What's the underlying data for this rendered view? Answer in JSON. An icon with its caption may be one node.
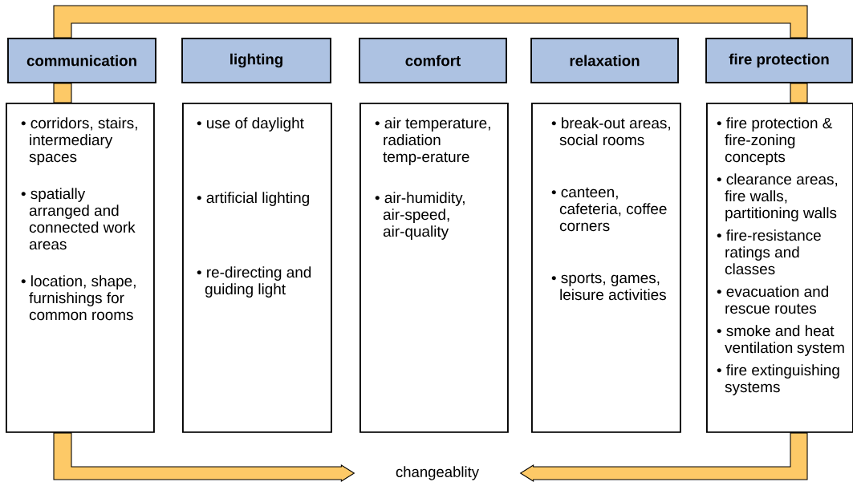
{
  "diagram": {
    "nodes": [
      {
        "text": [
          "communication"
        ]
      },
      {
        "text": [
          "lighting"
        ]
      },
      {
        "text": [
          "comfort"
        ]
      },
      {
        "text": [
          "relaxation"
        ]
      },
      {
        "text": [
          "fire protection"
        ]
      },
      {
        "text": [
          "• corridors, stairs, intermediary spaces",
          "• spatially arranged and connected work areas",
          "• location, shape, furnishings for common rooms"
        ]
      },
      {
        "text": [
          "• use of daylight",
          "• artificial lighting",
          "• re-directing and guiding light"
        ]
      },
      {
        "text": [
          "• air temperature, radiation temp-erature",
          "• air-humidity, air-speed, air-quality"
        ]
      },
      {
        "text": [
          "• break-out areas, social rooms",
          "• canteen, cafeteria, coffee corners",
          "• sports, games, leisure activities"
        ]
      },
      {
        "text": [
          "• fire protection & fire-zoning concepts",
          "• clearance areas, fire walls, partitioning walls",
          "• fire-resistance ratings and classes",
          "• evacuation and rescue routes",
          "• smoke and heat ventilation system",
          "• fire extinguishing systems"
        ]
      },
      {
        "text": [
          "changeablity"
        ]
      }
    ],
    "edges": [
      {
        "from": 0,
        "to": 4,
        "arrow": "none"
      },
      {
        "from": 0,
        "to": 5,
        "arrow": "none"
      },
      {
        "from": 4,
        "to": 9,
        "arrow": "none"
      },
      {
        "from": 5,
        "to": 10,
        "arrow": "to"
      },
      {
        "from": 9,
        "to": 10,
        "arrow": "to"
      }
    ]
  }
}
